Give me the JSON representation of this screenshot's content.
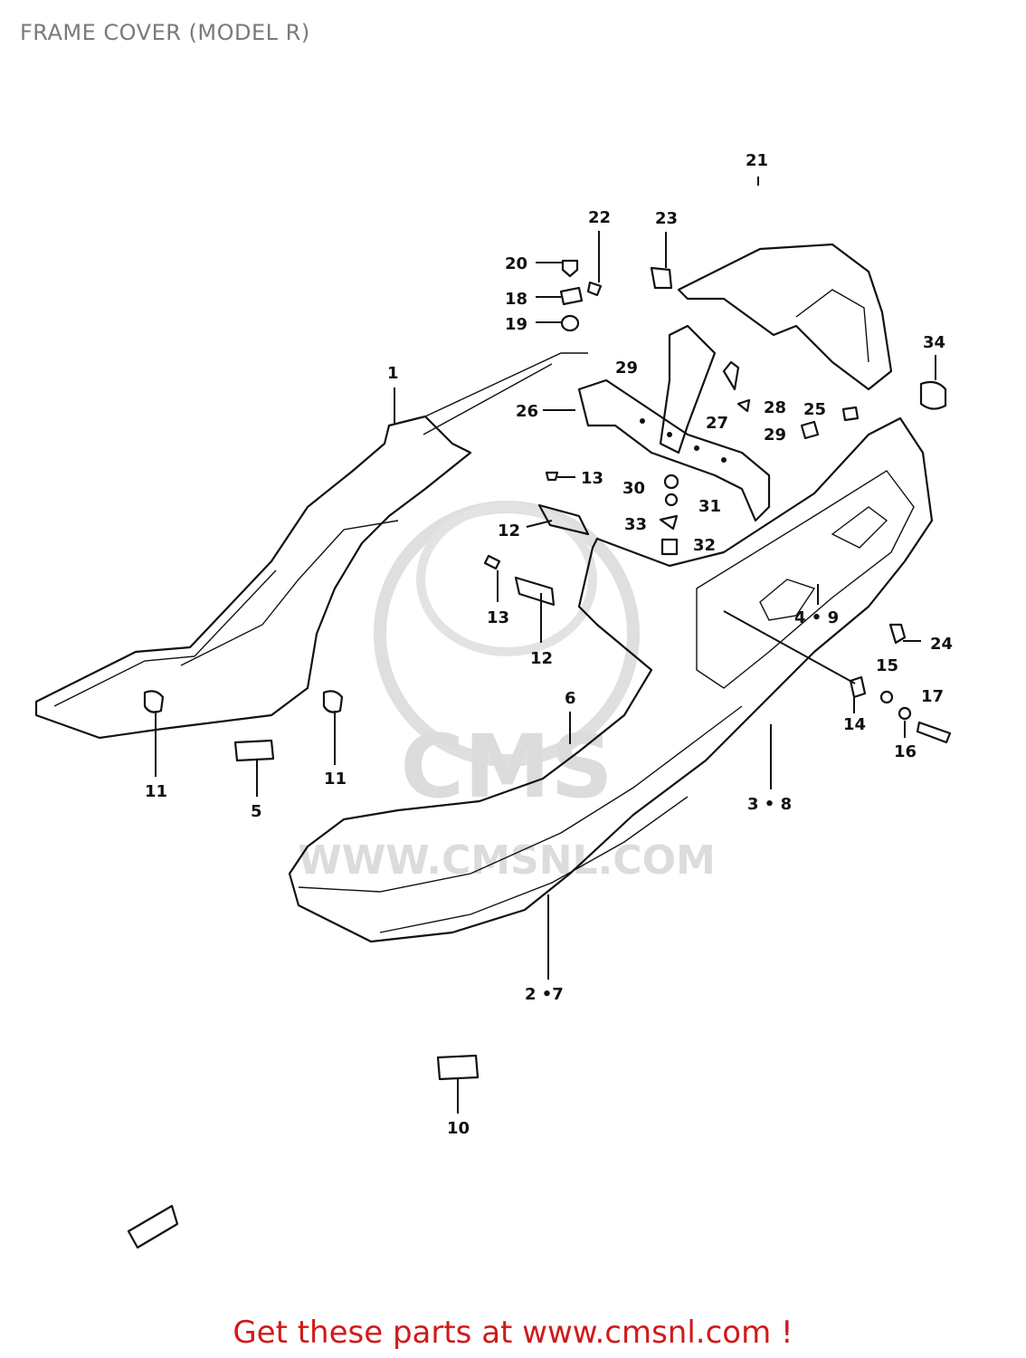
{
  "title": "FRAME COVER (MODEL R)",
  "footer": {
    "text": "Get these parts at www.cmsnl.com !"
  },
  "watermark": {
    "line1": "CMS",
    "line2": "WWW.CMSNL.COM"
  },
  "callouts": [
    {
      "id": "c21",
      "text": "21"
    },
    {
      "id": "c22",
      "text": "22"
    },
    {
      "id": "c23",
      "text": "23"
    },
    {
      "id": "c20",
      "text": "20"
    },
    {
      "id": "c18",
      "text": "18"
    },
    {
      "id": "c19",
      "text": "19"
    },
    {
      "id": "c34",
      "text": "34"
    },
    {
      "id": "c1",
      "text": "1"
    },
    {
      "id": "c29a",
      "text": "29"
    },
    {
      "id": "c26",
      "text": "26"
    },
    {
      "id": "c28",
      "text": "28"
    },
    {
      "id": "c27",
      "text": "27"
    },
    {
      "id": "c25",
      "text": "25"
    },
    {
      "id": "c29b",
      "text": "29"
    },
    {
      "id": "c13a",
      "text": "13"
    },
    {
      "id": "c30",
      "text": "30"
    },
    {
      "id": "c31",
      "text": "31"
    },
    {
      "id": "c12a",
      "text": "12"
    },
    {
      "id": "c33",
      "text": "33"
    },
    {
      "id": "c32",
      "text": "32"
    },
    {
      "id": "c13b",
      "text": "13"
    },
    {
      "id": "c49",
      "text": "4 • 9"
    },
    {
      "id": "c24",
      "text": "24"
    },
    {
      "id": "c12b",
      "text": "12"
    },
    {
      "id": "c15",
      "text": "15"
    },
    {
      "id": "c17",
      "text": "17"
    },
    {
      "id": "c6",
      "text": "6"
    },
    {
      "id": "c14",
      "text": "14"
    },
    {
      "id": "c16",
      "text": "16"
    },
    {
      "id": "c11a",
      "text": "11"
    },
    {
      "id": "c11b",
      "text": "11"
    },
    {
      "id": "c38",
      "text": "3 • 8"
    },
    {
      "id": "c5",
      "text": "5"
    },
    {
      "id": "c27b",
      "text": "2 •7"
    },
    {
      "id": "c10",
      "text": "10"
    }
  ]
}
